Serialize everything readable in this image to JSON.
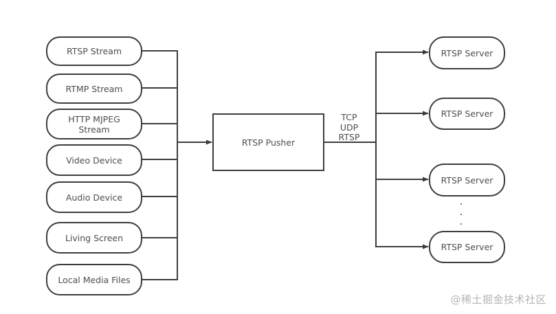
{
  "diagram": {
    "sources": [
      {
        "label": "RTSP Stream"
      },
      {
        "label": "RTMP Stream"
      },
      {
        "label": "HTTP MJPEG Stream"
      },
      {
        "label": "Video Device"
      },
      {
        "label": "Audio Device"
      },
      {
        "label": "Living Screen"
      },
      {
        "label": "Local Media Files"
      }
    ],
    "pusher": {
      "label": "RTSP Pusher"
    },
    "protocols": [
      "TCP",
      "UDP",
      "RTSP"
    ],
    "servers": [
      {
        "label": "RTSP Server"
      },
      {
        "label": "RTSP Server"
      },
      {
        "label": "RTSP Server"
      },
      {
        "label": "RTSP Server"
      }
    ],
    "ellipsis": "...",
    "colors": {
      "stroke": "#3c3c3c",
      "text": "#4d4d4d",
      "watermark": "#b5b5b5"
    }
  },
  "watermark": "@稀土掘金技术社区"
}
